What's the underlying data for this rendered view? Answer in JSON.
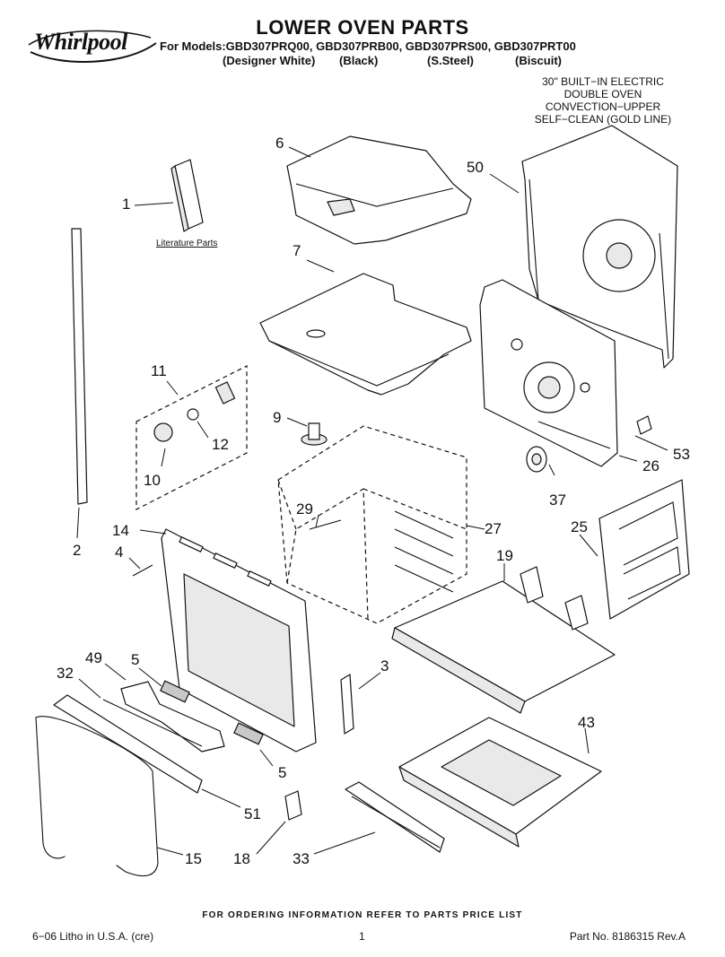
{
  "header": {
    "brand": "Whirlpool",
    "title": "LOWER OVEN PARTS",
    "models_line": "For Models:GBD307PRQ00, GBD307PRB00, GBD307PRS00, GBD307PRT00",
    "variants": [
      "(Designer White)",
      "(Black)",
      "(S.Steel)",
      "(Biscuit)"
    ],
    "description": [
      "30\" BUILT−IN ELECTRIC",
      "DOUBLE OVEN",
      "CONVECTION−UPPER",
      "SELF−CLEAN (GOLD LINE)"
    ]
  },
  "diagram": {
    "literature_label": "Literature Parts",
    "callouts": [
      "1",
      "2",
      "3",
      "4",
      "5",
      "5",
      "6",
      "7",
      "9",
      "10",
      "11",
      "12",
      "14",
      "15",
      "18",
      "19",
      "25",
      "26",
      "27",
      "29",
      "32",
      "33",
      "37",
      "43",
      "49",
      "50",
      "51",
      "53"
    ]
  },
  "footer": {
    "ordering_note": "FOR ORDERING INFORMATION REFER TO PARTS PRICE LIST",
    "litho": "6−06 Litho in U.S.A. (cre)",
    "page": "1",
    "part_number": "Part No. 8186315 Rev.A"
  }
}
